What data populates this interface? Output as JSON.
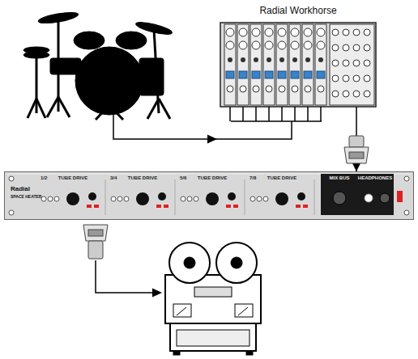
{
  "diagram": {
    "nodes": [
      {
        "text": [
          "Radial Workhorse"
        ]
      },
      {
        "text": [
          "Radial",
          "SPACE HEATER"
        ]
      }
    ],
    "edges": [
      {
        "from": 0,
        "to": 1,
        "arrow": "to"
      }
    ],
    "labels": [
      "1/2",
      "TUBE DRIVE",
      "3/4",
      "TUBE DRIVE",
      "5/6",
      "TUBE DRIVE",
      "7/8",
      "TUBE DRIVE",
      "MIX BUS",
      "HEADPHONES"
    ]
  }
}
